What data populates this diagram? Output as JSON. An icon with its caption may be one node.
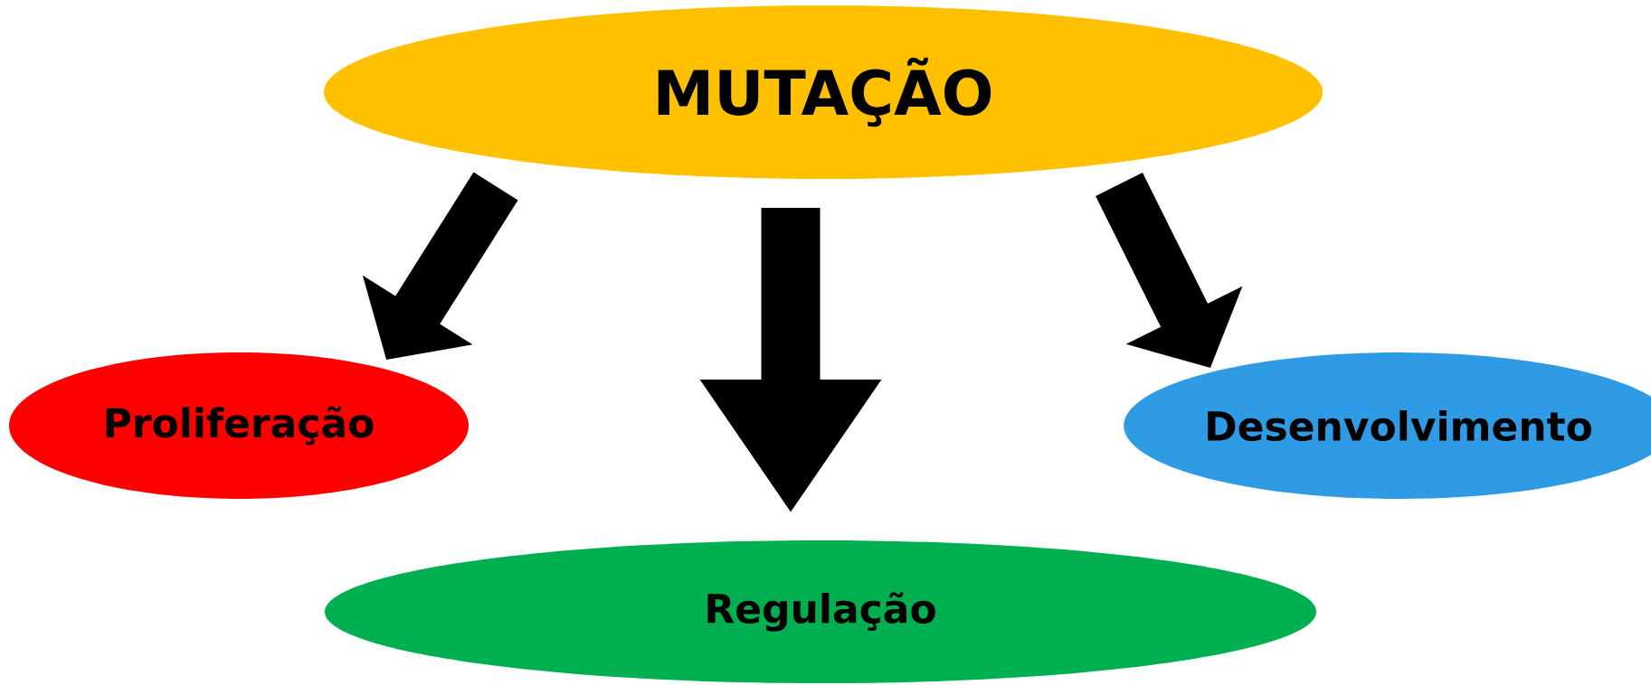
{
  "diagram": {
    "nodes": [
      {
        "text": [
          "MUTAÇÃO"
        ]
      },
      {
        "text": [
          "Proliferação"
        ]
      },
      {
        "text": [
          "Desenvolvimento"
        ]
      },
      {
        "text": [
          "Regulação"
        ]
      }
    ],
    "edges": [
      {
        "from": 0,
        "to": 1,
        "arrow": "to"
      },
      {
        "from": 0,
        "to": 3,
        "arrow": "to"
      },
      {
        "from": 0,
        "to": 2,
        "arrow": "to"
      }
    ]
  }
}
